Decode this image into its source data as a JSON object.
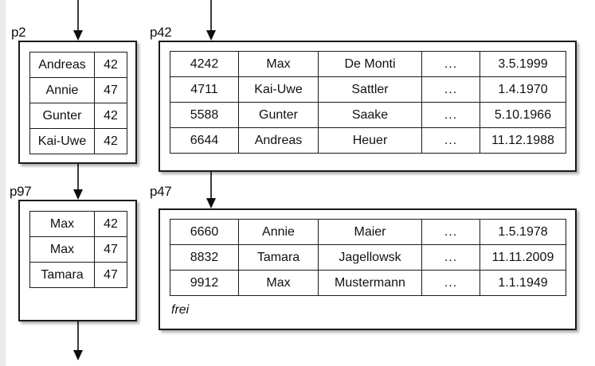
{
  "diagram": {
    "title": "Hash directory page chain diagram",
    "background_color": "#ffffff",
    "line_color": "#1a1a1a"
  },
  "pages": [
    {
      "id": "p2",
      "label": "p2",
      "kind": "index-page",
      "columns": [
        "name",
        "value"
      ],
      "rows": [
        {
          "name": "Andreas",
          "value": "42"
        },
        {
          "name": "Annie",
          "value": "47"
        },
        {
          "name": "Gunter",
          "value": "42"
        },
        {
          "name": "Kai-Uwe",
          "value": "42"
        }
      ]
    },
    {
      "id": "p42",
      "label": "p42",
      "kind": "data-page",
      "columns": [
        "id",
        "firstname",
        "lastname",
        "more",
        "date"
      ],
      "rows": [
        {
          "id": "4242",
          "firstname": "Max",
          "lastname": "De Monti",
          "more": "...",
          "date": "3.5.1999"
        },
        {
          "id": "4711",
          "firstname": "Kai-Uwe",
          "lastname": "Sattler",
          "more": "...",
          "date": "1.4.1970"
        },
        {
          "id": "5588",
          "firstname": "Gunter",
          "lastname": "Saake",
          "more": "...",
          "date": "5.10.1966"
        },
        {
          "id": "6644",
          "firstname": "Andreas",
          "lastname": "Heuer",
          "more": "...",
          "date": "11.12.1988"
        }
      ]
    },
    {
      "id": "p97",
      "label": "p97",
      "kind": "index-page",
      "columns": [
        "name",
        "value"
      ],
      "rows": [
        {
          "name": "Max",
          "value": "42"
        },
        {
          "name": "Max",
          "value": "47"
        },
        {
          "name": "Tamara",
          "value": "47"
        }
      ]
    },
    {
      "id": "p47",
      "label": "p47",
      "kind": "data-page",
      "columns": [
        "id",
        "firstname",
        "lastname",
        "more",
        "date"
      ],
      "rows": [
        {
          "id": "6660",
          "firstname": "Annie",
          "lastname": "Maier",
          "more": "...",
          "date": "1.5.1978"
        },
        {
          "id": "8832",
          "firstname": "Tamara",
          "lastname": "Jagellowsk",
          "more": "...",
          "date": "11.11.2009"
        },
        {
          "id": "9912",
          "firstname": "Max",
          "lastname": "Mustermann",
          "more": "...",
          "date": "1.1.1949"
        }
      ],
      "free_space_label": "frei"
    }
  ],
  "arrows": [
    {
      "name": "arrow-into-p2",
      "from": "top-of-image",
      "to": "p2"
    },
    {
      "name": "arrow-p2-to-p97",
      "from": "p2",
      "to": "p97"
    },
    {
      "name": "arrow-out-of-p97",
      "from": "p97",
      "to": "bottom-of-image"
    },
    {
      "name": "arrow-into-p42",
      "from": "top-of-image",
      "to": "p42"
    },
    {
      "name": "arrow-p42-to-p47",
      "from": "p42",
      "to": "p47"
    }
  ]
}
